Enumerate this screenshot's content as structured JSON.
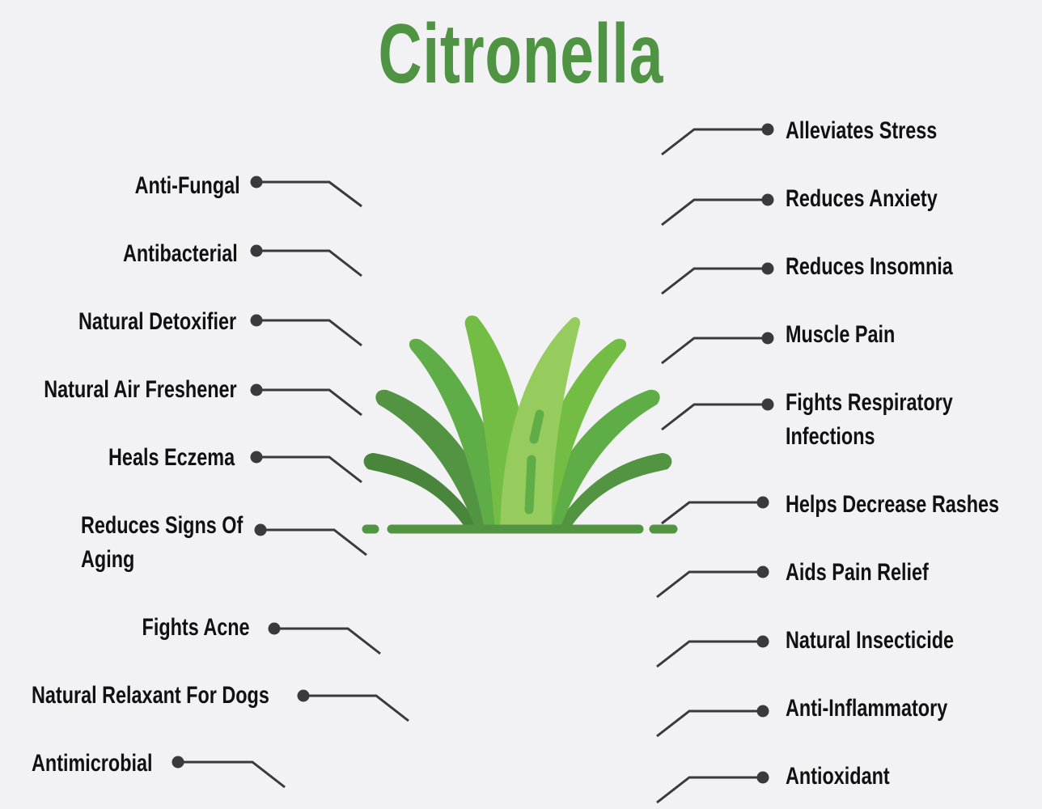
{
  "title": "Citronella",
  "colors": {
    "title": "#4f9442",
    "background": "#f2f2f4",
    "connector": "#3a3a3e",
    "leaf_dark": "#4a853c",
    "leaf_mid_dark": "#529442",
    "leaf_mid": "#5fad47",
    "leaf_bright": "#74bd45",
    "leaf_light": "#96cb5e"
  },
  "left_benefits": [
    {
      "label": "Anti-Fungal"
    },
    {
      "label": "Antibacterial"
    },
    {
      "label": "Natural Detoxifier"
    },
    {
      "label": "Natural Air Freshener"
    },
    {
      "label": "Heals Eczema"
    },
    {
      "label": "Reduces Signs Of",
      "label_line2": "Aging"
    },
    {
      "label": "Fights Acne"
    },
    {
      "label": "Natural Relaxant For Dogs"
    },
    {
      "label": "Antimicrobial"
    }
  ],
  "right_benefits": [
    {
      "label": "Alleviates Stress"
    },
    {
      "label": "Reduces Anxiety"
    },
    {
      "label": "Reduces Insomnia"
    },
    {
      "label": "Muscle Pain"
    },
    {
      "label": "Fights Respiratory",
      "label_line2": "Infections"
    },
    {
      "label": "Helps Decrease Rashes"
    },
    {
      "label": "Aids Pain Relief"
    },
    {
      "label": "Natural Insecticide"
    },
    {
      "label": "Anti-Inflammatory"
    },
    {
      "label": "Antioxidant"
    }
  ],
  "center_icon": "citronella-grass-icon"
}
